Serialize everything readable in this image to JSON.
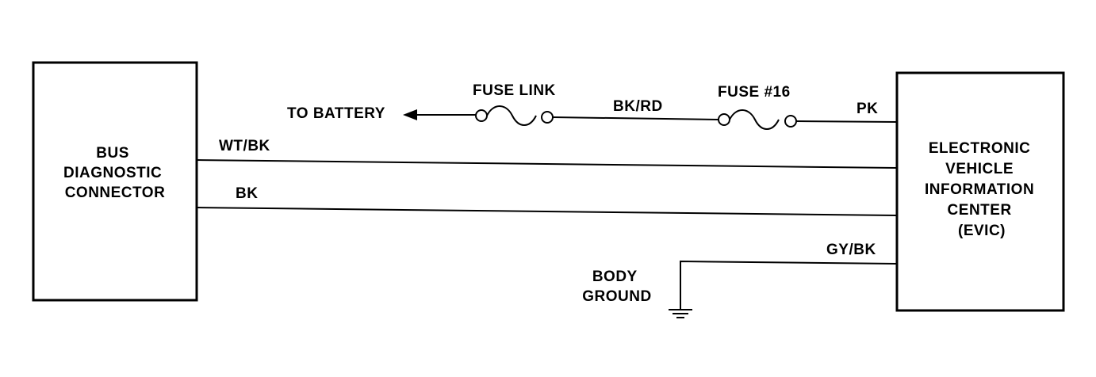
{
  "diagram": {
    "left_component": {
      "lines": [
        "BUS",
        "DIAGNOSTIC",
        "CONNECTOR"
      ]
    },
    "right_component": {
      "lines": [
        "ELECTRONIC",
        "VEHICLE",
        "INFORMATION",
        "CENTER",
        "(EVIC)"
      ]
    },
    "battery_label": "TO BATTERY",
    "fuse_link_label": "FUSE LINK",
    "fuse16_label": "FUSE #16",
    "wires": {
      "bk_rd": "BK/RD",
      "pk": "PK",
      "wt_bk": "WT/BK",
      "bk": "BK",
      "gy_bk": "GY/BK"
    },
    "ground": {
      "lines": [
        "BODY",
        "GROUND"
      ]
    }
  }
}
